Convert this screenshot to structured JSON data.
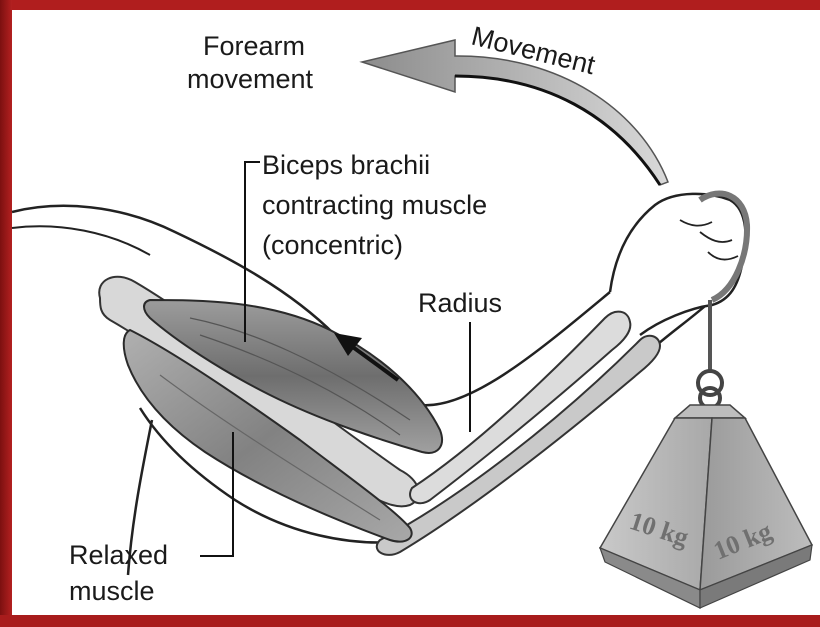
{
  "labels": {
    "forearm_movement": [
      "Forearm",
      "movement"
    ],
    "movement": "Movement",
    "biceps": [
      "Biceps brachii",
      "contracting muscle",
      "(concentric)"
    ],
    "radius": "Radius",
    "relaxed": [
      "Relaxed",
      "muscle"
    ],
    "weight_left": "10 kg",
    "weight_right": "10 kg"
  },
  "colors": {
    "frame": "#a81c1c",
    "background": "#ffffff",
    "muscle": "#8a8a8a",
    "bone": "#d6d6d6",
    "weight": "#b8b8b8"
  }
}
